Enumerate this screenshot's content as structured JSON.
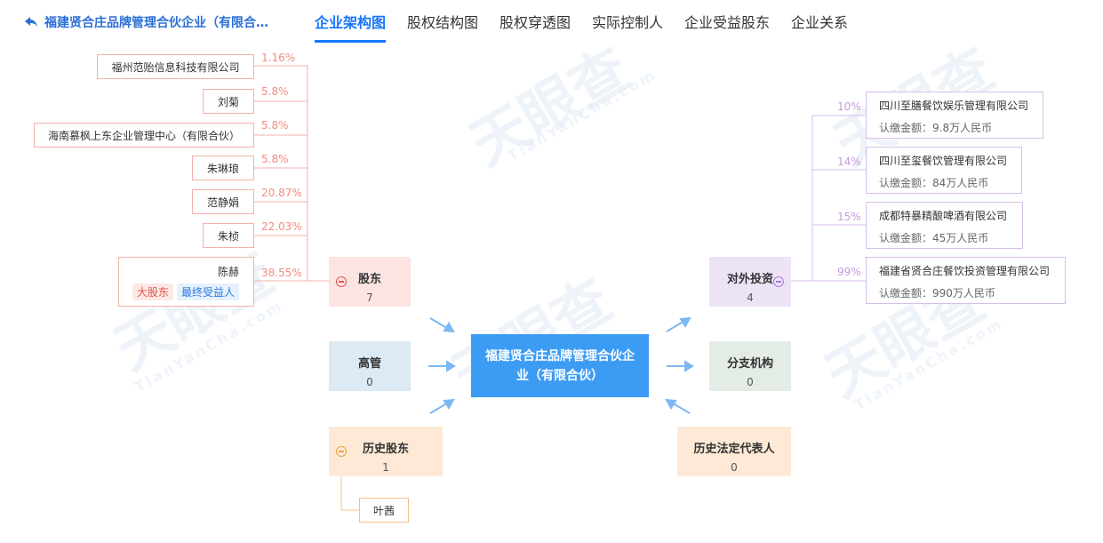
{
  "header": {
    "back_title": "福建贤合庄品牌管理合伙企业（有限合…",
    "tabs": [
      {
        "label": "企业架构图",
        "active": true
      },
      {
        "label": "股权结构图"
      },
      {
        "label": "股权穿透图"
      },
      {
        "label": "实际控制人"
      },
      {
        "label": "企业受益股东"
      },
      {
        "label": "企业关系"
      }
    ]
  },
  "watermark": {
    "brand": "天眼查",
    "sub": "TianYanCha.com"
  },
  "shareholders": [
    {
      "name": "福州范贻信息科技有限公司",
      "pct": "1.16%"
    },
    {
      "name": "刘菊",
      "pct": "5.8%"
    },
    {
      "name": "海南慕枫上东企业管理中心（有限合伙）",
      "pct": "5.8%"
    },
    {
      "name": "朱琳琅",
      "pct": "5.8%"
    },
    {
      "name": "范静娟",
      "pct": "20.87%"
    },
    {
      "name": "朱桢",
      "pct": "22.03%"
    },
    {
      "name": "陈赫",
      "pct": "38.55%",
      "tags": [
        "大股东",
        "最终受益人"
      ]
    }
  ],
  "categories": {
    "shareholders": {
      "label": "股东",
      "count": "7"
    },
    "executives": {
      "label": "高管",
      "count": "0"
    },
    "history_shareholders": {
      "label": "历史股东",
      "count": "1"
    },
    "investments": {
      "label": "对外投资",
      "count": "4"
    },
    "branches": {
      "label": "分支机构",
      "count": "0"
    },
    "history_legal_rep": {
      "label": "历史法定代表人",
      "count": "0"
    }
  },
  "center_company": "福建贤合庄品牌管理合伙企业（有限合伙）",
  "history_shareholder_items": [
    {
      "name": "叶茜"
    }
  ],
  "investments": [
    {
      "name": "四川至膳餐饮娱乐管理有限公司",
      "pct": "10%",
      "amount": "认缴金额：9.8万人民币"
    },
    {
      "name": "四川至玺餐饮管理有限公司",
      "pct": "14%",
      "amount": "认缴金额：84万人民币"
    },
    {
      "name": "成都特暴精酿啤酒有限公司",
      "pct": "15%",
      "amount": "认缴金额：45万人民币"
    },
    {
      "name": "福建省贤合庄餐饮投资管理有限公司",
      "pct": "99%",
      "amount": "认缴金额：990万人民币"
    }
  ],
  "colors": {
    "accent": "#1677ff",
    "center": "#3c9cf4",
    "shareholder": "#f2b3ad",
    "investment": "#d7bfe8"
  }
}
